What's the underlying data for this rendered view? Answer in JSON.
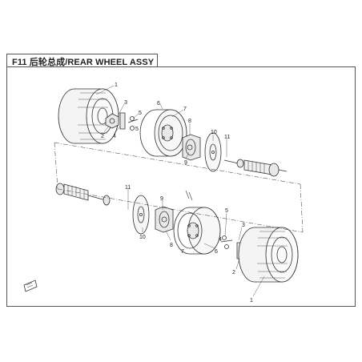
{
  "header": {
    "title": "F11 后轮总成/REAR WHEEL ASSY"
  },
  "callouts": {
    "c1a": "1",
    "c2a": "2",
    "c3a": "3",
    "c4a": "4",
    "c5a": "5",
    "c6a": "6",
    "c7a": "7",
    "c8a": "8",
    "c9a": "9",
    "c10a": "10",
    "c11a": "11",
    "c1b": "1",
    "c2b": "2",
    "c3b": "3",
    "c4b": "4",
    "c5b": "5",
    "c6b": "6",
    "c7b": "7",
    "c8b": "8",
    "c9b": "9",
    "c10b": "10",
    "c11b": "11"
  },
  "colors": {
    "line": "#333333",
    "tire_fill": "#f4f4f4",
    "metal": "#e9e9e9"
  }
}
